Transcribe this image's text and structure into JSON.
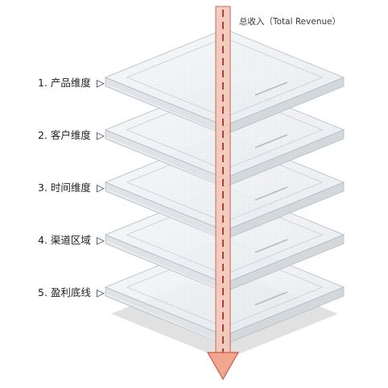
{
  "diagram": {
    "axis_label": "总收入（Total Revenue）",
    "layers": [
      {
        "label": "1. 产品维度"
      },
      {
        "label": "2. 客户维度"
      },
      {
        "label": "3. 时间维度"
      },
      {
        "label": "4. 渠道区域"
      },
      {
        "label": "5. 盈利底线"
      }
    ],
    "label_marker": "▷",
    "colors": {
      "arrow_fill": "#f4c9bd",
      "arrow_stroke": "#c95a47",
      "arrow_dash": "#b3402f",
      "plate_top": "#eef1f4",
      "plate_edge": "#b9bec4",
      "plate_shadow": "#d9d9d9"
    }
  }
}
